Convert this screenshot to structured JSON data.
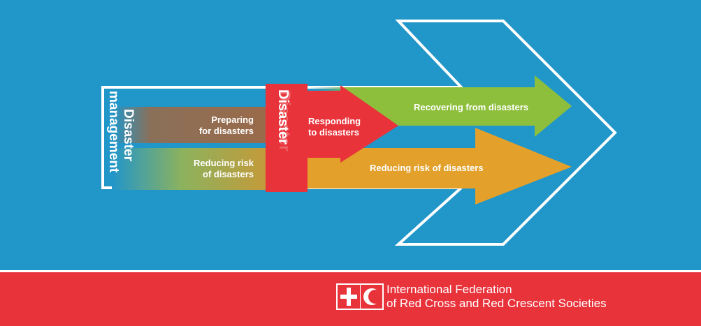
{
  "diagram": {
    "frame_label": [
      "Disaster",
      "management"
    ],
    "pre_disaster": {
      "preparing": [
        "Preparing",
        "for disasters"
      ],
      "reducing": [
        "Reducing risk",
        "of disasters"
      ]
    },
    "disaster_label": "Disaster",
    "post_disaster": {
      "responding": [
        "Responding",
        "to disasters"
      ],
      "recovering": "Recovering from disasters",
      "reducing": "Reducing risk of disasters"
    }
  },
  "footer": {
    "org_line1": "International Federation",
    "org_line2": "of Red Cross and Red Crescent Societies",
    "logo": "red-cross-red-crescent-logo"
  },
  "colors": {
    "background_blue": "#2196c9",
    "footer_red": "#e8333b",
    "disaster_red": "#e8333b",
    "green": "#8dbf3c",
    "orange": "#e3a02a",
    "brown": "#9a6e4f"
  }
}
